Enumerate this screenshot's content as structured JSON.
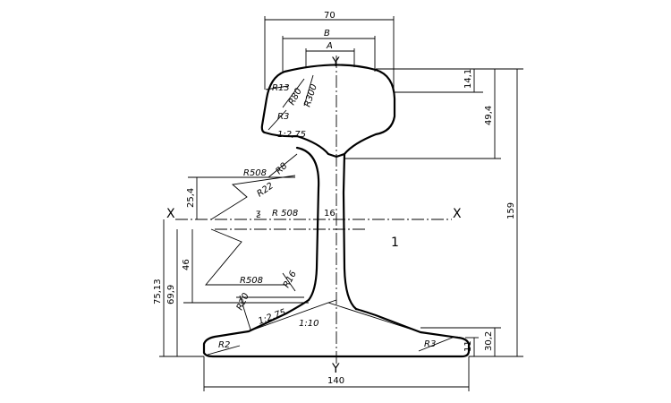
{
  "axes": {
    "x_left": "X",
    "x_right": "X",
    "y_top": "Y",
    "y_bottom": "Y"
  },
  "part_number": "1",
  "dimensions": {
    "head_width": "70",
    "head_width_b": "B",
    "head_width_a": "A",
    "head_top_height": "14,1",
    "head_height": "49,4",
    "total_height": "159",
    "base_height": "30,2",
    "base_edge_height": "11",
    "base_width": "140",
    "web_thickness": "16",
    "neutral_above": "25,4",
    "neutral_below": "46",
    "height_69": "69,9",
    "height_75": "75,13"
  },
  "radii": {
    "r13": "R13",
    "r80": "R80",
    "r300": "R300",
    "r3_head": "R3",
    "head_slope": "1:2,75",
    "r8": "R8",
    "r508_top": "R508",
    "r22": "R22",
    "r508_center": "R 508",
    "r508_bottom": "R508",
    "r16": "R16",
    "r20": "R20",
    "base_slope": "1:2,75",
    "base_slope_10": "1:10",
    "r2": "R2",
    "r3_base": "R3"
  }
}
